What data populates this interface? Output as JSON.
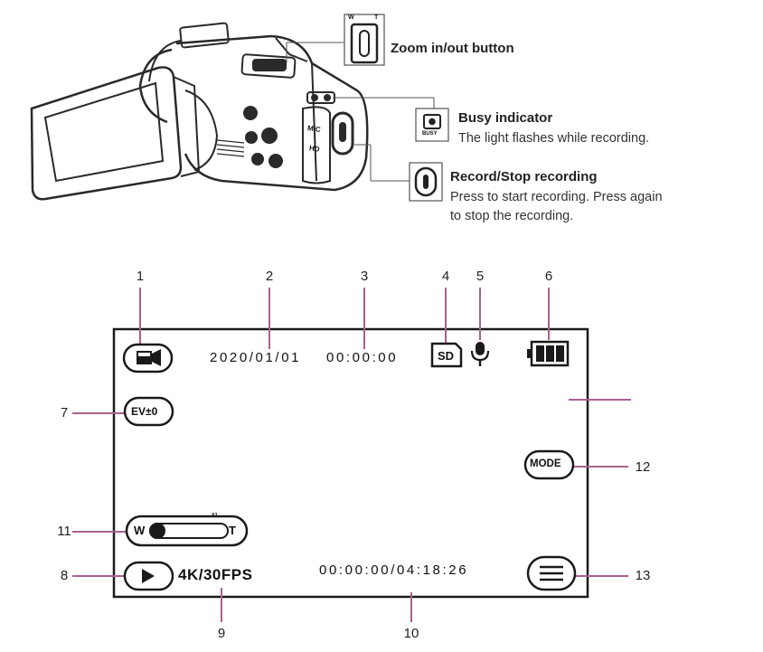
{
  "callouts": {
    "zoom": {
      "title": "Zoom in/out button",
      "icon_w": "W",
      "icon_t": "T"
    },
    "busy": {
      "title": "Busy indicator",
      "desc": "The light flashes while recording.",
      "icon_label": "BUSY"
    },
    "record": {
      "title": "Record/Stop recording",
      "desc_line1": "Press to start recording. Press again",
      "desc_line2": "to stop the recording."
    }
  },
  "camera_labels": {
    "mic": "MIC",
    "hd": "HD"
  },
  "screen": {
    "date": "2020/01/01",
    "time": "00:00:00",
    "sd_label": "SD",
    "ev_label": "EV±0",
    "mode_label": "MODE",
    "zoom_w": "W",
    "zoom_t": "T",
    "zoom_level": "X1",
    "resolution": "4K/30FPS",
    "timecode": "00:00:00/04:18:26"
  },
  "markers": [
    "1",
    "2",
    "3",
    "4",
    "5",
    "6",
    "7",
    "8",
    "9",
    "10",
    "11",
    "12",
    "13"
  ],
  "colors": {
    "leader": "#a9608f",
    "outline": "#1a1a1a"
  },
  "icons": {
    "1": "video-camera-icon",
    "4": "sd-card-icon",
    "5": "microphone-icon",
    "6": "battery-icon",
    "8": "play-icon",
    "13": "menu-icon"
  }
}
